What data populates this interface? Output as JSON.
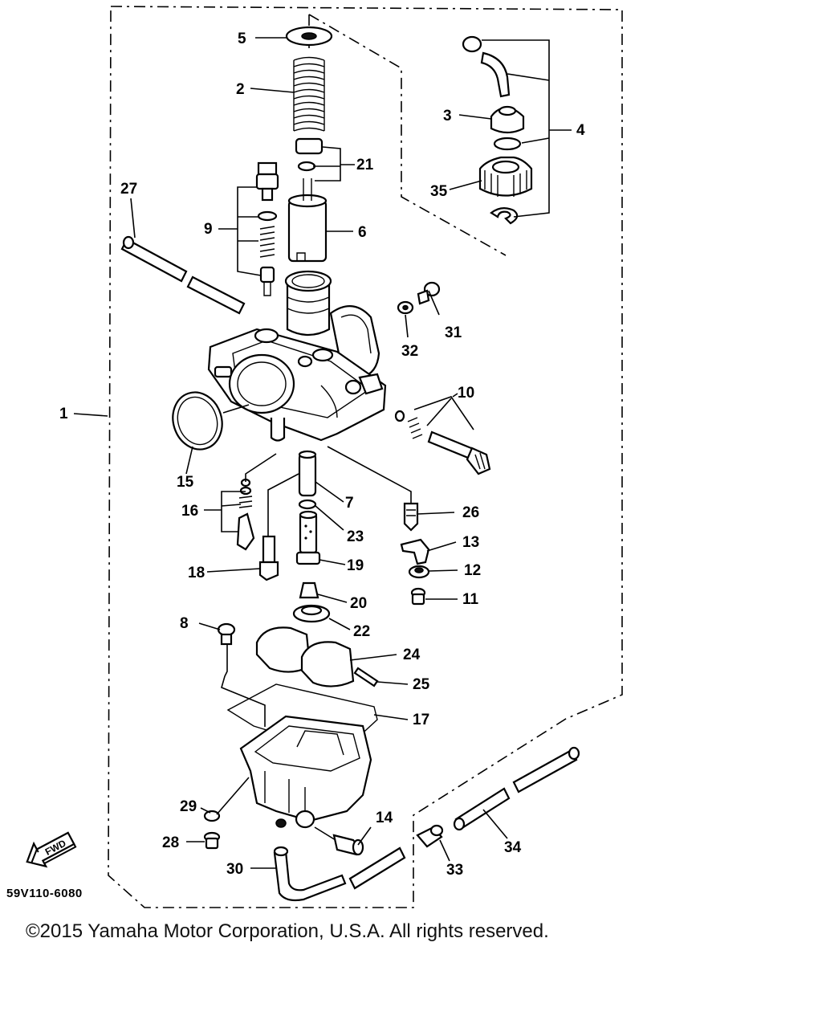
{
  "diagram_code": "59V110-6080",
  "fwd_label": "FWD",
  "copyright": "©2015 Yamaha Motor Corporation, U.S.A. All rights reserved.",
  "callouts": {
    "c1": "1",
    "c2": "2",
    "c3": "3",
    "c4": "4",
    "c5": "5",
    "c6": "6",
    "c7": "7",
    "c8": "8",
    "c9": "9",
    "c10": "10",
    "c11": "11",
    "c12": "12",
    "c13": "13",
    "c14": "14",
    "c15": "15",
    "c16": "16",
    "c17": "17",
    "c18": "18",
    "c19": "19",
    "c20": "20",
    "c21": "21",
    "c22": "22",
    "c23": "23",
    "c24": "24",
    "c25": "25",
    "c26": "26",
    "c27": "27",
    "c28": "28",
    "c29": "29",
    "c30": "30",
    "c31": "31",
    "c32": "32",
    "c33": "33",
    "c34": "34",
    "c35": "35"
  }
}
